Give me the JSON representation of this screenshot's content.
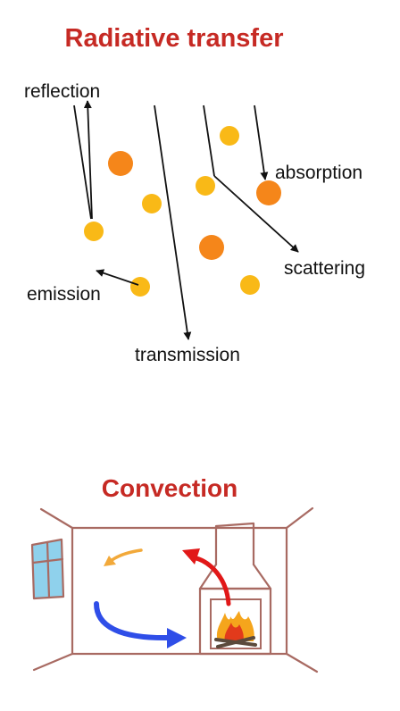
{
  "radiative": {
    "title": "Radiative transfer",
    "labels": {
      "reflection": "reflection",
      "absorption": "absorption",
      "scattering": "scattering",
      "emission": "emission",
      "transmission": "transmission"
    }
  },
  "convection": {
    "title": "Convection"
  },
  "colors": {
    "title": "#c62a24",
    "particle_large": "#f5861a",
    "particle_small": "#f9b917",
    "hot_arrow": "#e11818",
    "cold_arrow": "#2f4ee8",
    "warm_arrow": "#f2a93a",
    "wall": "#a86a62",
    "window_glass": "#8fd1ec"
  }
}
